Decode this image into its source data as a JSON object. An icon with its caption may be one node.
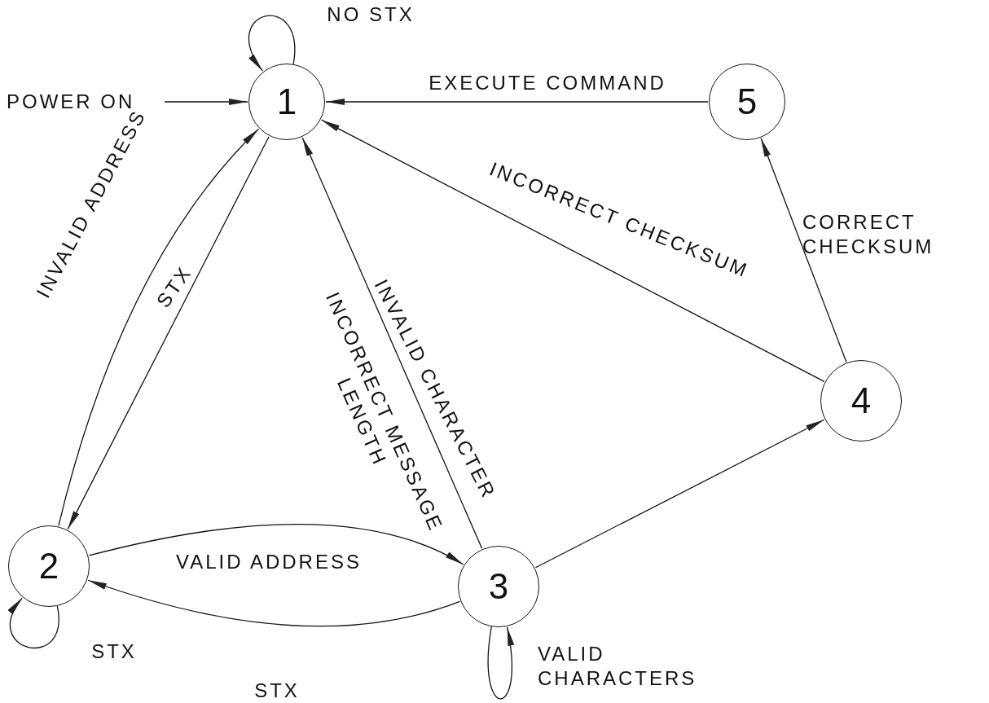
{
  "diagram": {
    "nodes": [
      {
        "text": [
          "1"
        ]
      },
      {
        "text": [
          "2"
        ]
      },
      {
        "text": [
          "3"
        ]
      },
      {
        "text": [
          "4"
        ]
      },
      {
        "text": [
          "5"
        ]
      },
      {
        "text": [
          "POWER ON"
        ]
      }
    ],
    "edges": [
      {
        "from": 5,
        "to": 0,
        "arrow": "to"
      },
      {
        "from": 0,
        "to": 0,
        "label": "NO STX",
        "arrow": "to"
      },
      {
        "from": 4,
        "to": 0,
        "label": "EXECUTE COMMAND",
        "arrow": "to"
      },
      {
        "from": 1,
        "to": 0,
        "label": "INVALID ADDRESS",
        "arrow": "to"
      },
      {
        "from": 0,
        "to": 1,
        "label": "STX",
        "arrow": "to"
      },
      {
        "from": 2,
        "to": 0,
        "label": "INVALID CHARACTER",
        "arrow": "to"
      },
      {
        "from": 3,
        "to": 0,
        "label": "INCORRECT CHECKSUM",
        "arrow": "to"
      },
      {
        "from": 3,
        "to": 4,
        "label": "CORRECT CHECKSUM",
        "arrow": "to"
      },
      {
        "from": 1,
        "to": 2,
        "label": "VALID ADDRESS",
        "arrow": "to"
      },
      {
        "from": 2,
        "to": 1,
        "label": "STX",
        "arrow": "to"
      },
      {
        "from": 1,
        "to": 1,
        "label": "STX",
        "arrow": "to"
      },
      {
        "from": 2,
        "to": 2,
        "label": "VALID CHARACTERS",
        "arrow": "to"
      },
      {
        "from": 2,
        "to": 3,
        "arrow": "to"
      }
    ],
    "labels": [
      "INCORRECT MESSAGE LENGTH"
    ]
  }
}
